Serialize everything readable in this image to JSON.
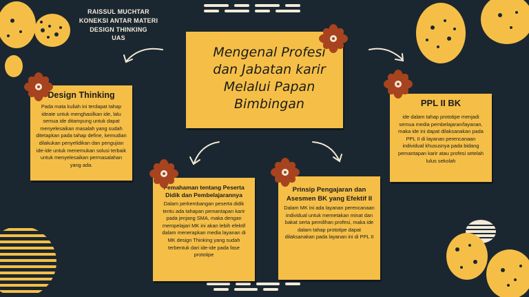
{
  "author": {
    "lines": [
      "RAISSUL MUCHTAR",
      "KONEKSI ANTAR MATERI",
      "DESIGN THINKING",
      "UAS"
    ]
  },
  "main_title": {
    "text": "Mengenal Profesi\ndan Jabatan karir\nMelalui Papan\nBimbingan"
  },
  "cards": {
    "design_thinking": {
      "title": "Design Thinking",
      "body": "Pada mata kuliah ini terdapat tahap ideate untuk menghasilkan ide, lalu semua ide ditampung untuk dapat menyelesaikan masalah yang sudah ditetapkan pada tahap define, kemudian dilakukan penyelidikan dan pengujian ide-ide untuk menemukan solusi terbaik untuk menyelesaikan permasalahan yang ada."
    },
    "ppl": {
      "title": "PPL II BK",
      "body": "ide dalam tahap prototipe menjadi semua media pembelajaran/layanan, maka ide ini dapat dilaksanakan pada PPL II di layanan perencanaan individual khususnya pada bidang pemantapan karir atau profesi setelah lulus sekolah"
    },
    "pemahaman": {
      "title": "Pemahaman tentang Peserta Didik dan Pembelajarannya",
      "body": "Dalam perkembangan peserta didik tentu ada tahapan pemantapan karir pada jenjang SMA, maka dengan mempelajari MK ini akan lebih efektif dalam menerapkan media layanan di MK design Thinking yang sudah terbentuk dari ide-ide pada fase prototipe"
    },
    "prinsip": {
      "title": "Prinsip Pengajaran dan Asesmen BK yang Efektif II",
      "body": "Dalam MK ini ada layanan perencanaan individual untuk memetakan minat dan bakat serta pemilihan profesi, maka ide dalam tahap prototipe dapat dilaksanakan pada layanan ini di PPL II"
    }
  },
  "colors": {
    "background": "#1b2730",
    "note": "#f5bf47",
    "flower": "#a8431f",
    "accent_cream": "#f2ead8",
    "text": "#1b1b1b"
  }
}
